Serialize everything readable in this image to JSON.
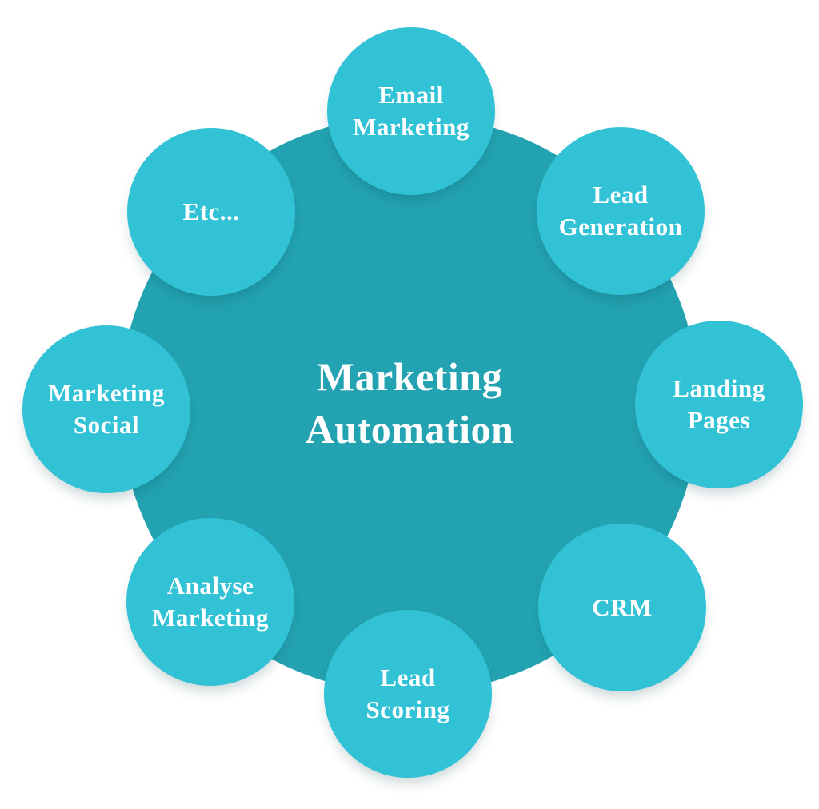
{
  "colors": {
    "background": "#ffffff",
    "hub_fill": "#23a3b2",
    "node_fill": "#31c2d6",
    "label_text": "#ffffff"
  },
  "hub": {
    "label": "Marketing\nAutomation"
  },
  "nodes": [
    {
      "id": "email-marketing",
      "label": "Email\nMarketing"
    },
    {
      "id": "lead-generation",
      "label": "Lead\nGeneration"
    },
    {
      "id": "landing-pages",
      "label": "Landing\nPages"
    },
    {
      "id": "crm",
      "label": "CRM"
    },
    {
      "id": "lead-scoring",
      "label": "Lead\nScoring"
    },
    {
      "id": "analyse-marketing",
      "label": "Analyse\nMarketing"
    },
    {
      "id": "marketing-social",
      "label": "Marketing\nSocial"
    },
    {
      "id": "etc",
      "label": "Etc..."
    }
  ]
}
